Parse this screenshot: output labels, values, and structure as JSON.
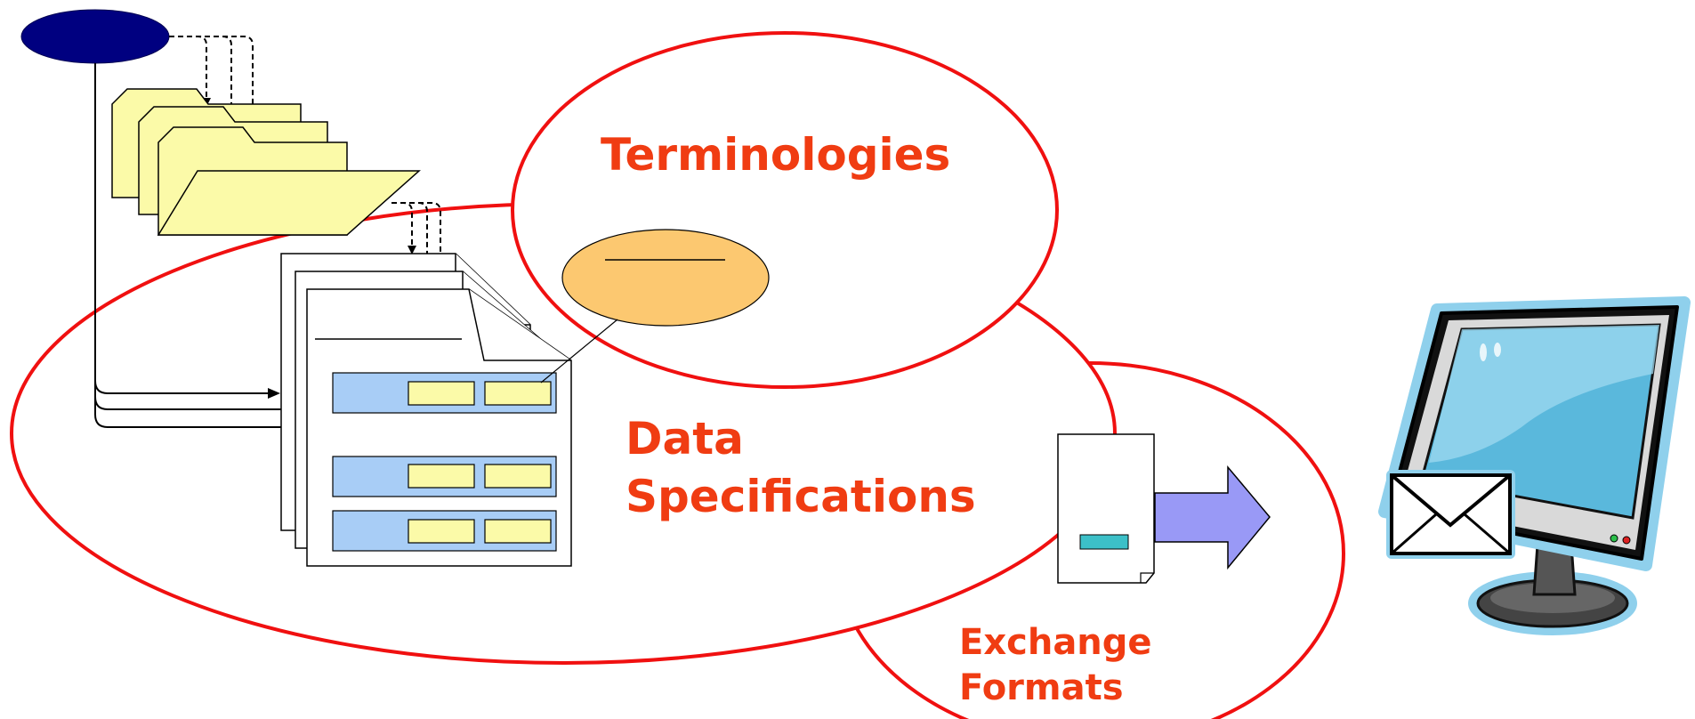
{
  "labels": {
    "terminologies": "Terminologies",
    "data_line1": "Data",
    "data_line2": "Specifications",
    "exchange_line1": "Exchange",
    "exchange_line2": "Formats"
  },
  "colors": {
    "region_outline": "#f01010",
    "label_text": "#f03c12",
    "root_node": "#000080",
    "folder_fill": "#fbfaa8",
    "document_fill": "#ffffff",
    "field_group_fill": "#a8cdf6",
    "field_fill": "#fbfaa8",
    "concept_fill": "#fcc870",
    "export_arrow_fill": "#9999f6",
    "export_doc_bar": "#3cc0c8",
    "monitor_glow": "#8fd0ec",
    "monitor_screen": "#5ab8dc",
    "envelope_fill": "#ffffff"
  },
  "icons": {
    "root_node": "ellipse-node",
    "folders": "folder-stack-icon",
    "documents": "document-stack-icon",
    "concept": "concept-ellipse",
    "export_document": "document-icon",
    "export_arrow": "right-arrow-icon",
    "computer": "monitor-with-envelope-icon"
  }
}
